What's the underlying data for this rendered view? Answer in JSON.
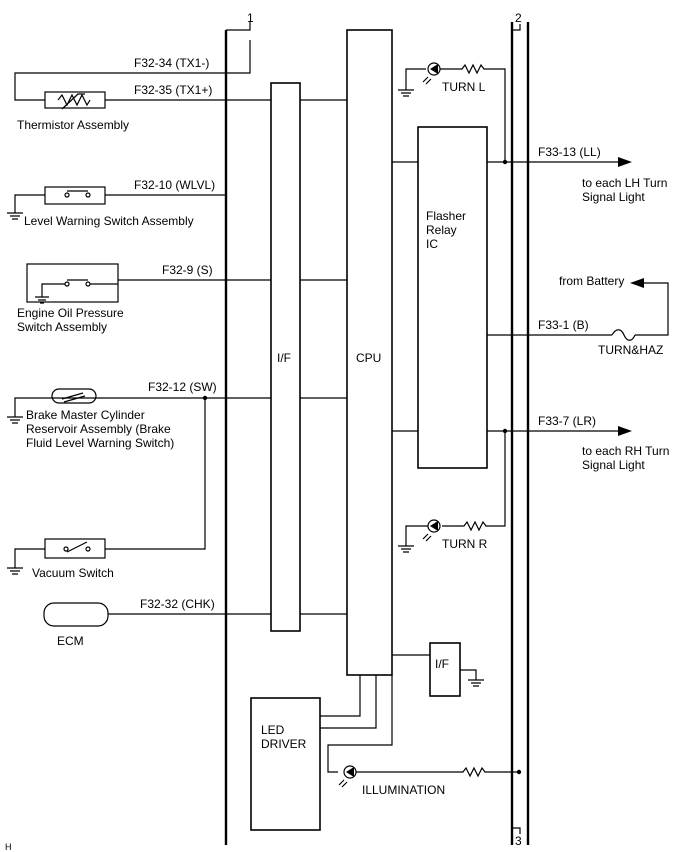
{
  "blocks": {
    "if_main": "I/F",
    "cpu": "CPU",
    "flasher": [
      "Flasher",
      "Relay",
      "IC"
    ],
    "if_small": "I/F",
    "led_driver": [
      "LED",
      "DRIVER"
    ]
  },
  "bus_labels": {
    "bus1": "1",
    "bus2": "2",
    "bus3": "3"
  },
  "left_components": {
    "thermistor": "Thermistor Assembly",
    "level_switch": "Level Warning Switch Assembly",
    "oil_switch": [
      "Engine Oil Pressure",
      "Switch Assembly"
    ],
    "brake_reservoir": [
      "Brake Master Cylinder",
      "Reservoir Assembly (Brake",
      "Fluid Level Warning Switch)"
    ],
    "vacuum_switch": "Vacuum Switch",
    "ecm": "ECM"
  },
  "pins": {
    "tx1_minus": "F32-34 (TX1-)",
    "tx1_plus": "F32-35 (TX1+)",
    "wlvl": "F32-10 (WLVL)",
    "s": "F32-9 (S)",
    "sw": "F32-12 (SW)",
    "chk": "F32-32 (CHK)",
    "ll": "F33-13 (LL)",
    "b": "F33-1 (B)",
    "lr": "F33-7 (LR)"
  },
  "right_labels": {
    "turn_l": "TURN L",
    "turn_r": "TURN R",
    "lh": [
      "to each LH Turn",
      "Signal Light"
    ],
    "battery": "from Battery",
    "fuse": "TURN&HAZ",
    "rh": [
      "to each RH Turn",
      "Signal Light"
    ],
    "illumination": "ILLUMINATION"
  },
  "corner_label": "H"
}
